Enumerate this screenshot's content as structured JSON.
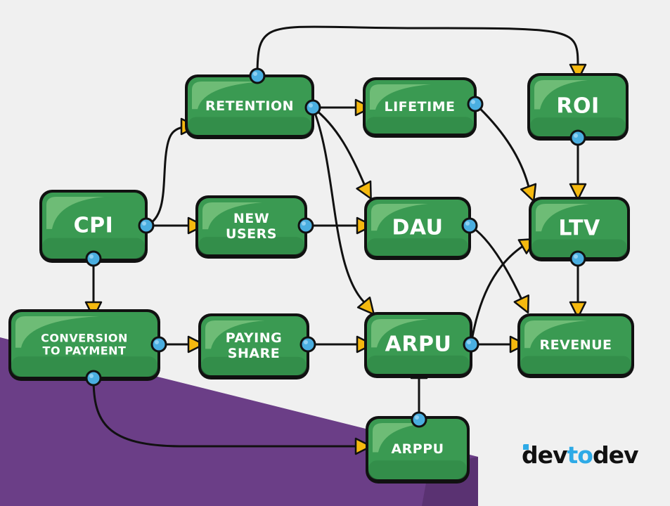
{
  "diagram": {
    "background_color": "#f0f0f0",
    "accent_purple": "#6b3e87",
    "node_fill": "#3a9a52",
    "node_outline": "#111111",
    "port_color": "#4aaee0",
    "arrow_color": "#f5b90f",
    "nodes": [
      {
        "id": "retention",
        "label": "RETENTION",
        "lines": [
          "RETENTION"
        ],
        "size": "small"
      },
      {
        "id": "lifetime",
        "label": "LIFETIME",
        "lines": [
          "LIFETIME"
        ],
        "size": "small"
      },
      {
        "id": "roi",
        "label": "ROI",
        "lines": [
          "ROI"
        ],
        "size": "large"
      },
      {
        "id": "cpi",
        "label": "CPI",
        "lines": [
          "CPI"
        ],
        "size": "large"
      },
      {
        "id": "new_users",
        "label": "NEW USERS",
        "lines": [
          "NEW",
          "USERS"
        ],
        "size": "small"
      },
      {
        "id": "dau",
        "label": "DAU",
        "lines": [
          "DAU"
        ],
        "size": "large"
      },
      {
        "id": "ltv",
        "label": "LTV",
        "lines": [
          "LTV"
        ],
        "size": "large"
      },
      {
        "id": "conversion",
        "label": "CONVERSION TO PAYMENT",
        "lines": [
          "CONVERSION",
          "TO PAYMENT"
        ],
        "size": "xsmall"
      },
      {
        "id": "paying_share",
        "label": "PAYING SHARE",
        "lines": [
          "PAYING",
          "SHARE"
        ],
        "size": "small"
      },
      {
        "id": "arpu",
        "label": "ARPU",
        "lines": [
          "ARPU"
        ],
        "size": "large"
      },
      {
        "id": "revenue",
        "label": "REVENUE",
        "lines": [
          "REVENUE"
        ],
        "size": "small"
      },
      {
        "id": "arppu",
        "label": "ARPPU",
        "lines": [
          "ARPPU"
        ],
        "size": "small"
      }
    ],
    "edges": [
      {
        "from": "cpi",
        "to": "retention"
      },
      {
        "from": "cpi",
        "to": "new_users"
      },
      {
        "from": "cpi",
        "to": "conversion"
      },
      {
        "from": "retention",
        "to": "lifetime"
      },
      {
        "from": "retention",
        "to": "roi"
      },
      {
        "from": "retention",
        "to": "dau"
      },
      {
        "from": "retention",
        "to": "arpu"
      },
      {
        "from": "lifetime",
        "to": "ltv"
      },
      {
        "from": "new_users",
        "to": "dau"
      },
      {
        "from": "dau",
        "to": "revenue"
      },
      {
        "from": "roi",
        "to": "ltv"
      },
      {
        "from": "ltv",
        "to": "revenue"
      },
      {
        "from": "conversion",
        "to": "paying_share"
      },
      {
        "from": "conversion",
        "to": "arppu"
      },
      {
        "from": "paying_share",
        "to": "arpu"
      },
      {
        "from": "arppu",
        "to": "arpu"
      },
      {
        "from": "arpu",
        "to": "ltv"
      },
      {
        "from": "arpu",
        "to": "revenue"
      }
    ]
  },
  "logo": {
    "part1": "dev",
    "part2": "to",
    "part3": "dev"
  }
}
